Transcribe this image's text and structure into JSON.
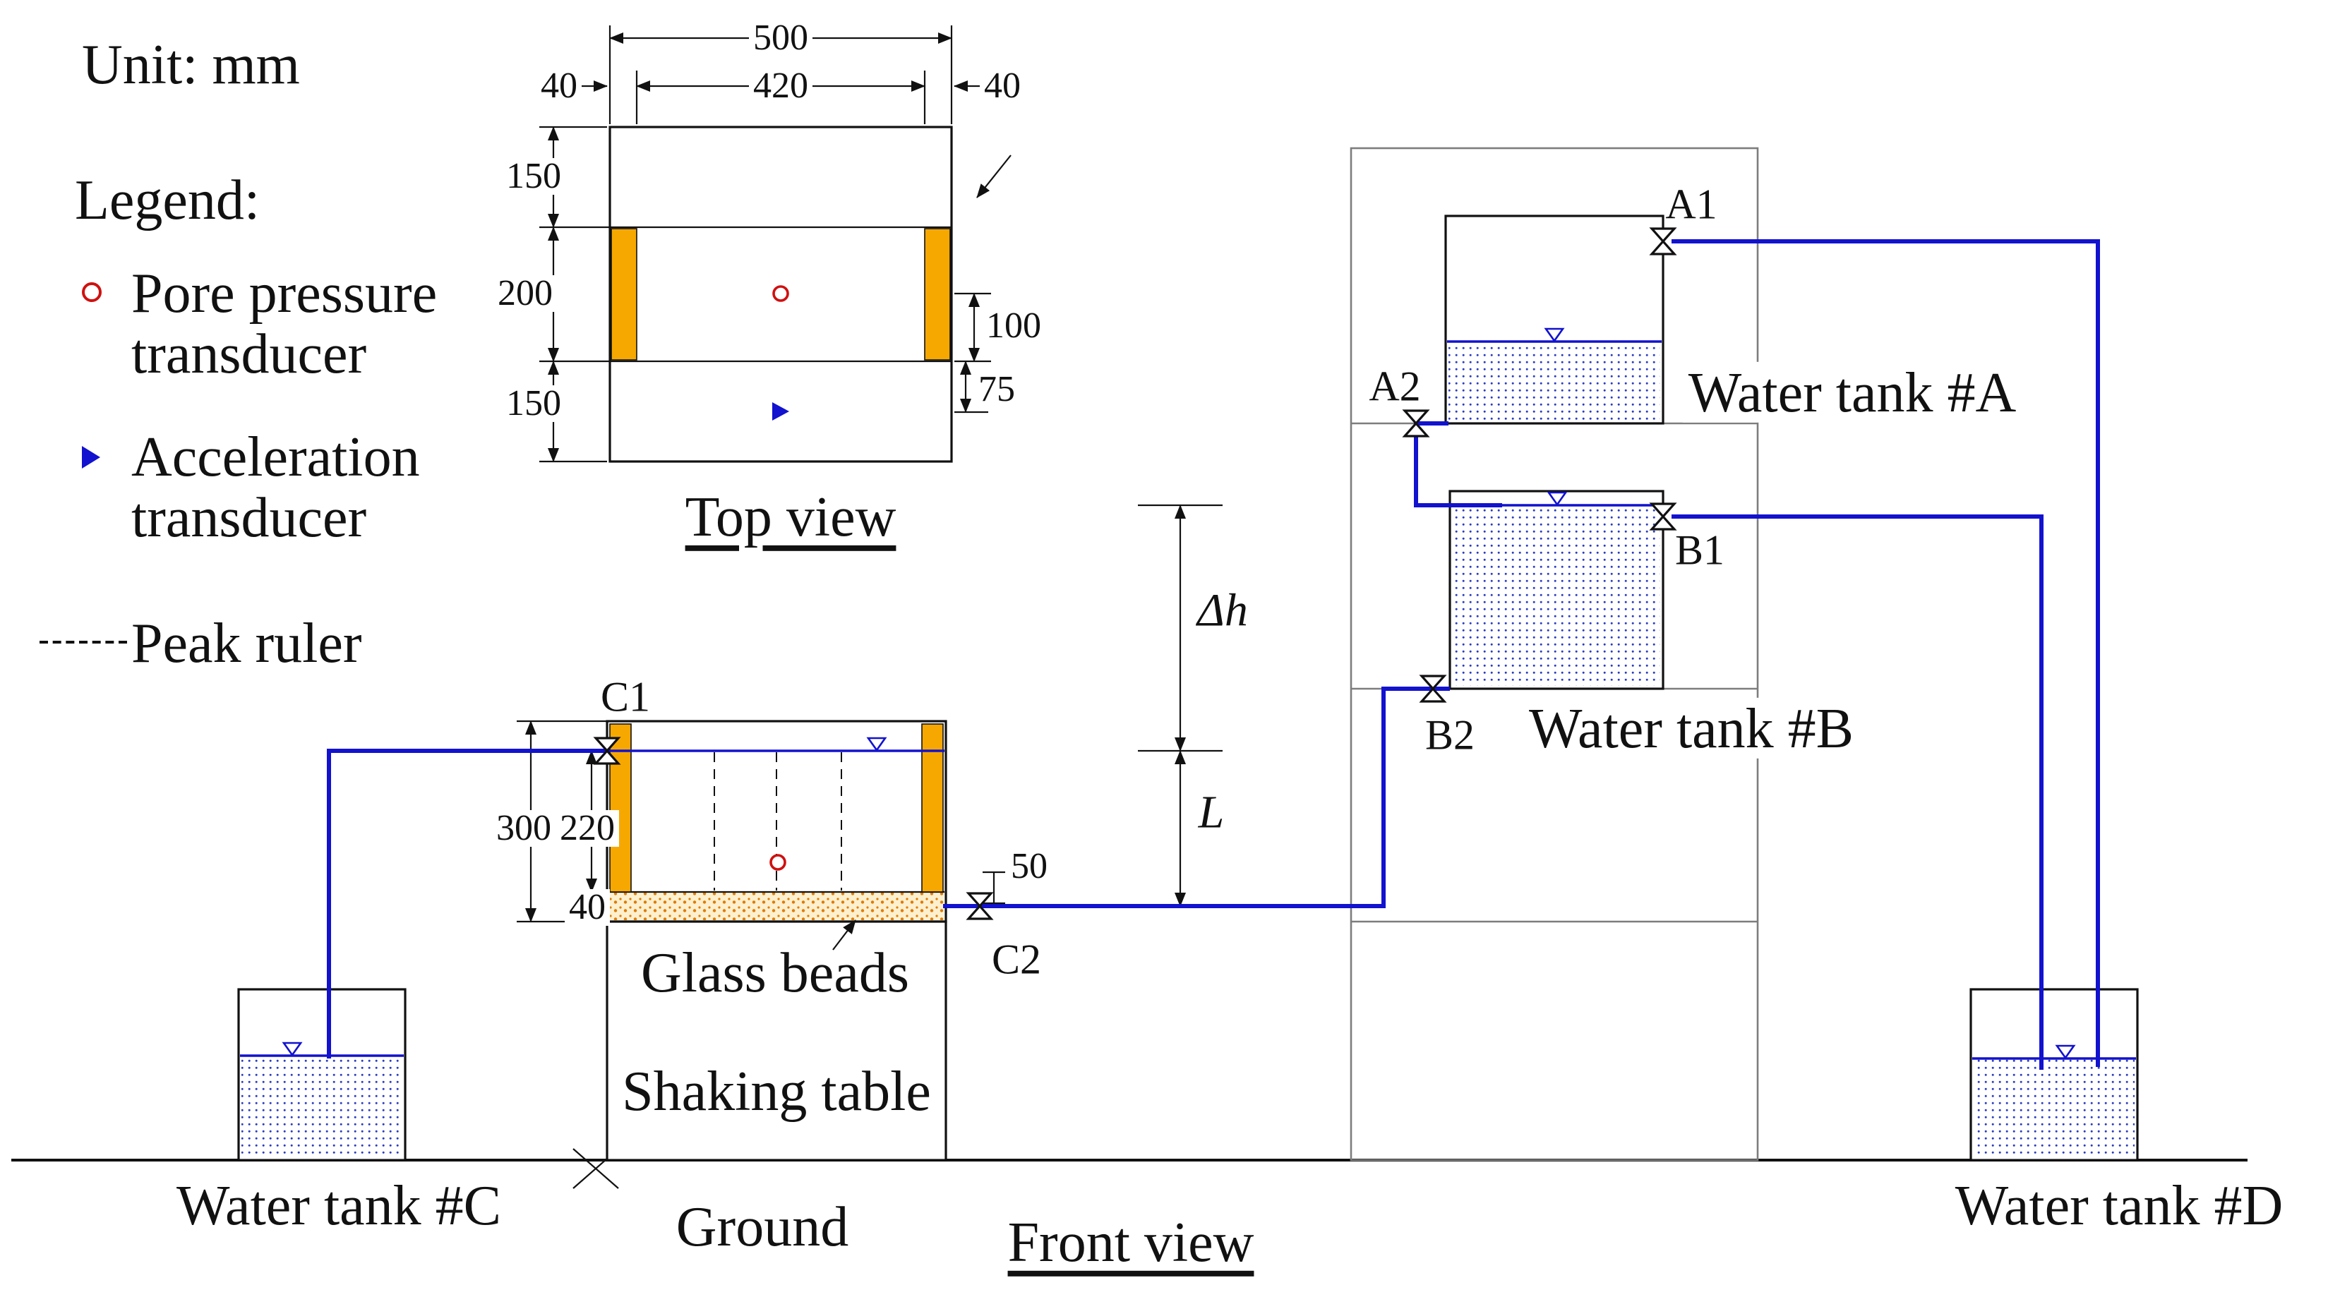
{
  "header": {
    "unit_label": "Unit: mm"
  },
  "legend": {
    "title": "Legend:",
    "items": [
      {
        "marker": "pore-pressure-circle",
        "label": "Pore pressure transducer"
      },
      {
        "marker": "acceleration-triangle",
        "label": "Acceleration transducer"
      },
      {
        "marker": "dashed-line",
        "label": "Peak ruler"
      }
    ]
  },
  "top_view": {
    "caption": "Top view",
    "dims": {
      "total_width": "500",
      "wall_left": "40",
      "inner_width": "420",
      "wall_right": "40",
      "row_top": "150",
      "row_middle": "200",
      "row_bottom": "150",
      "sensor_offset": "100",
      "accel_offset": "75"
    }
  },
  "front_view": {
    "caption": "Front view",
    "ground": "Ground",
    "shaking_table": "Shaking table",
    "glass_beads": "Glass beads",
    "dims": {
      "box_height": "300",
      "water_depth": "220",
      "beads_thickness": "40",
      "outlet_height": "50",
      "head_difference": "Δh",
      "length": "L"
    }
  },
  "valves": {
    "a1": "A1",
    "a2": "A2",
    "b1": "B1",
    "b2": "B2",
    "c1": "C1",
    "c2": "C2"
  },
  "tanks": {
    "a": "Water tank #A",
    "b": "Water tank #B",
    "c": "Water tank #C",
    "d": "Water tank #D"
  },
  "colors": {
    "pipe": "#1212cf",
    "strip": "#f7a800",
    "pore": "#cf1010",
    "accel": "#1212cf",
    "frame": "#7d7d7d",
    "water_dot": "#2a3cc0",
    "beads_bg": "#fdf0cf",
    "beads_dot": "#e07b00",
    "ink": "#111111"
  }
}
